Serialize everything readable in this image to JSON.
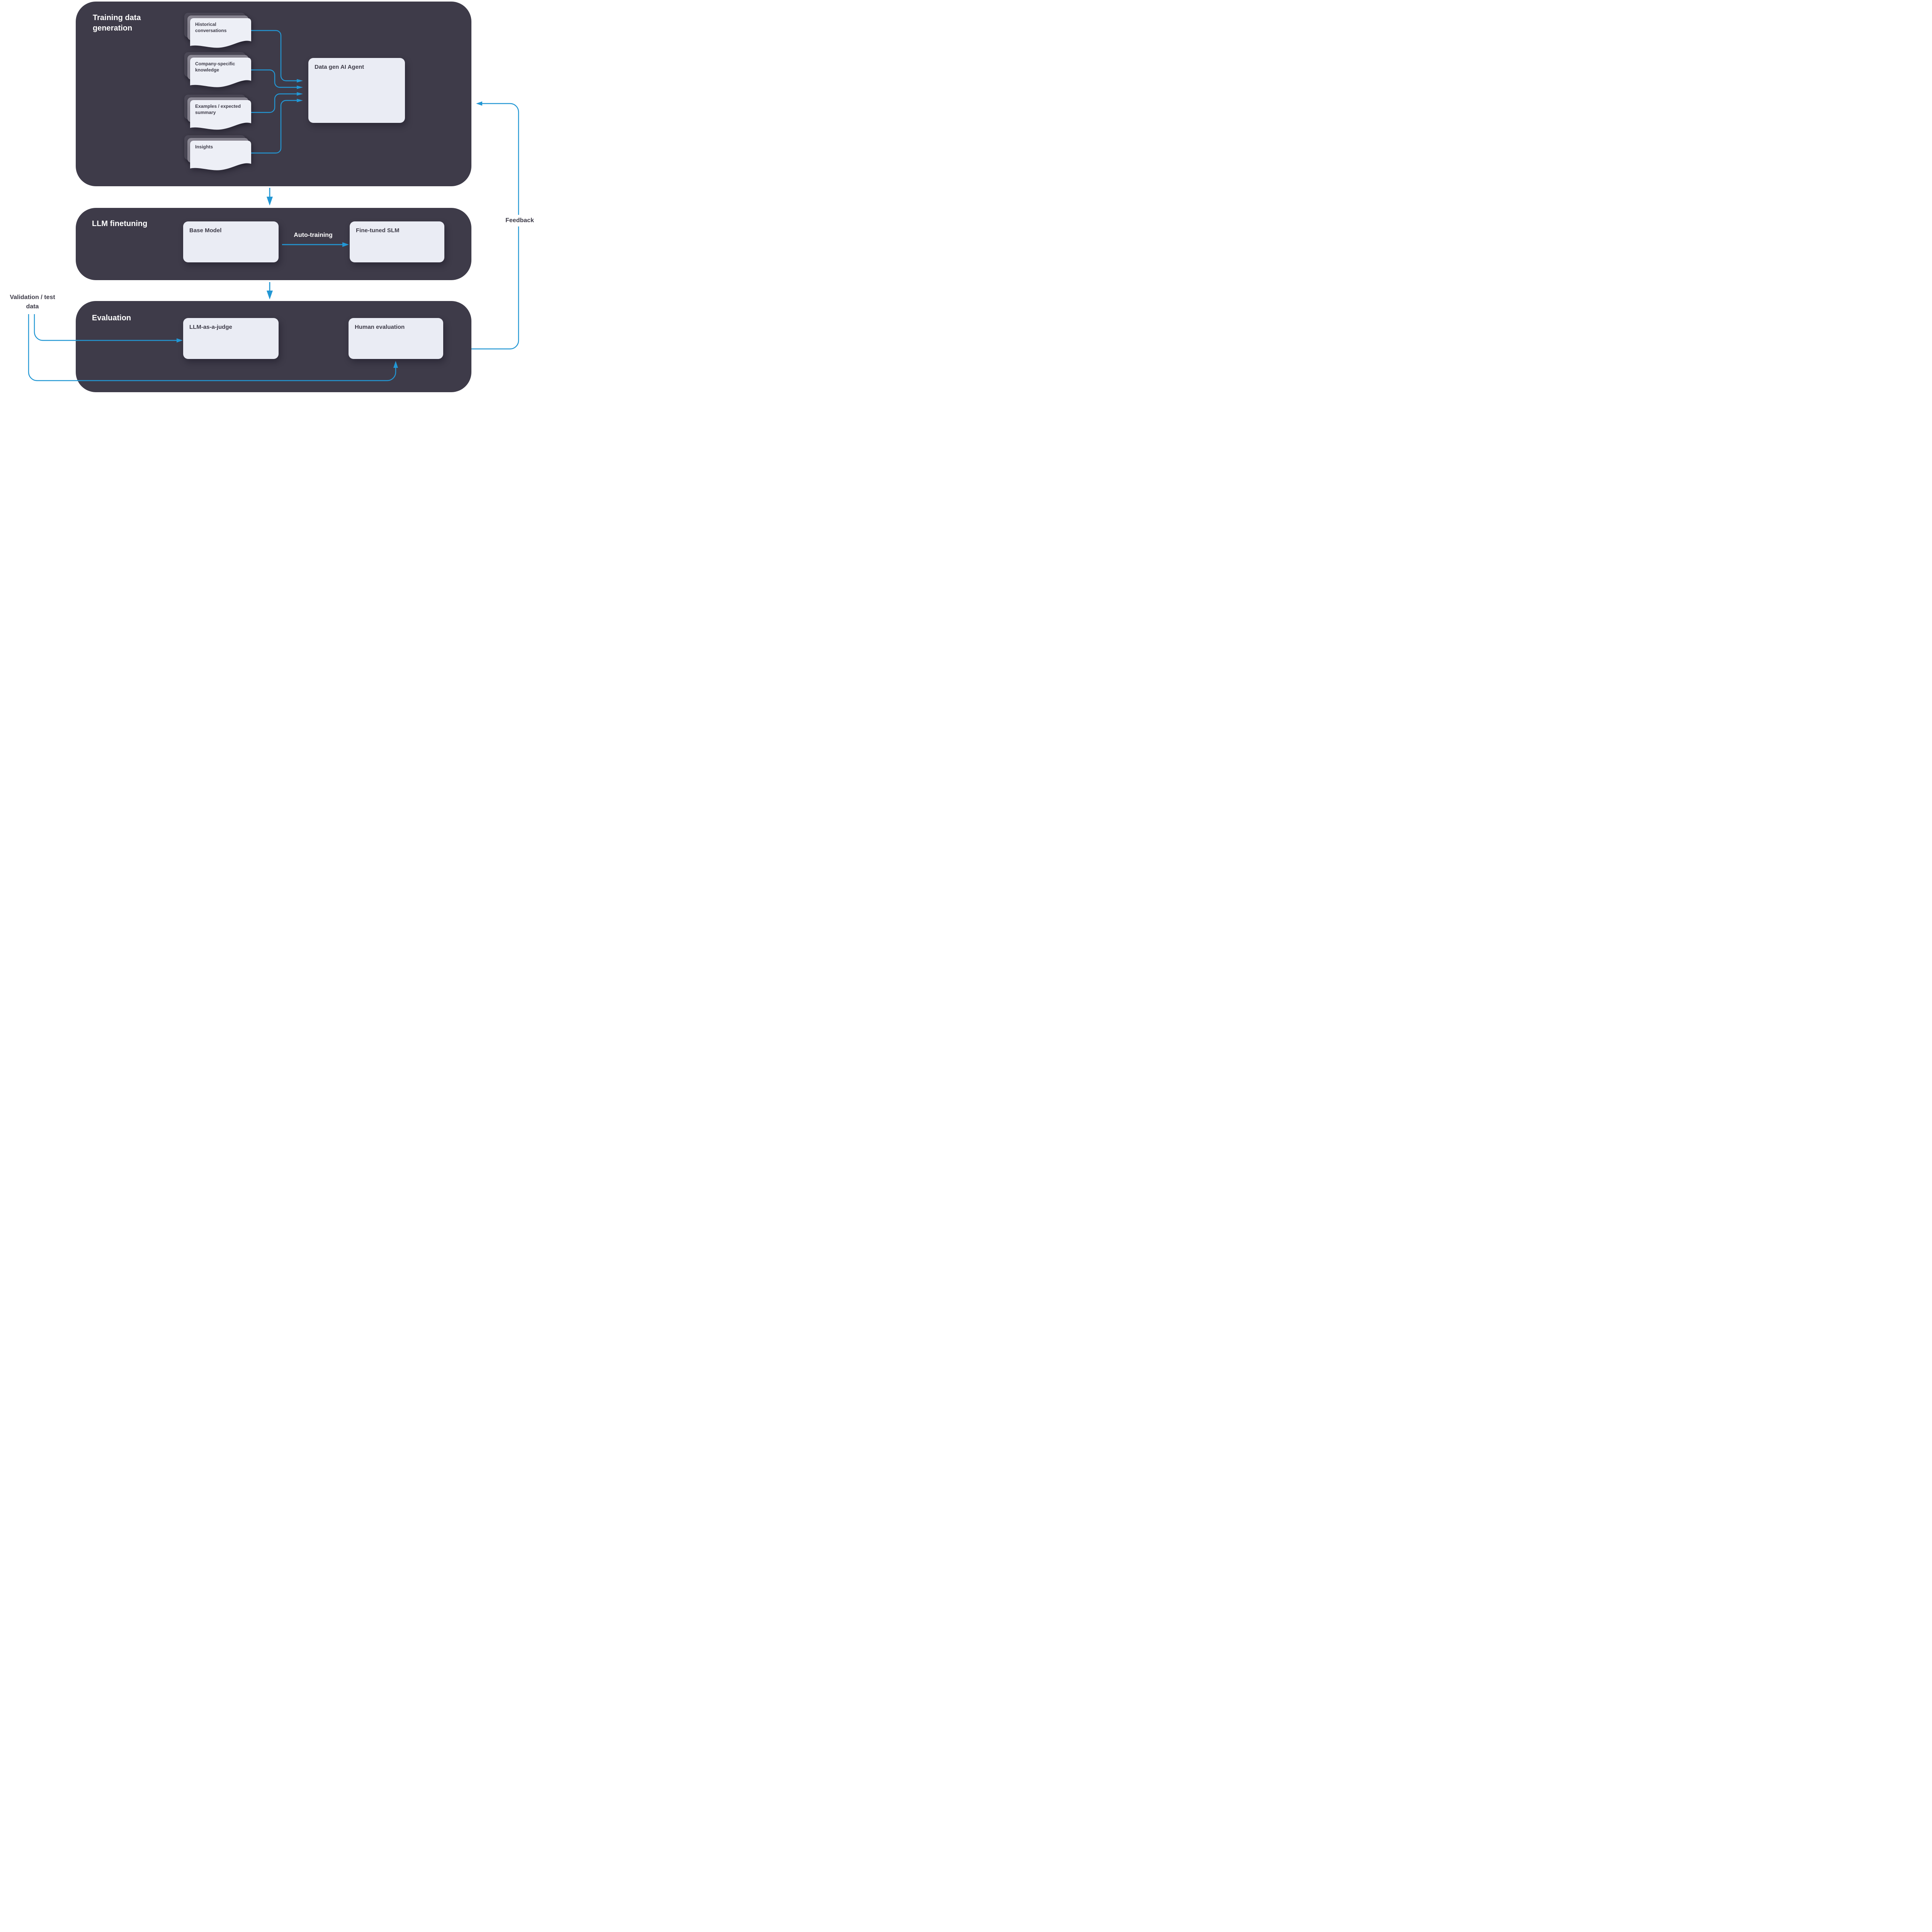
{
  "colors": {
    "background": "#ffffff",
    "panel": "#3e3b49",
    "box": "#eaecf4",
    "doc_front": "#edeff6",
    "doc_mid": "#8b8894",
    "doc_back": "#4b4856",
    "accent": "#2297d4",
    "text_dark": "#3e3c49",
    "text_light": "#ffffff"
  },
  "panels": {
    "training": {
      "title": "Training data generation",
      "documents": [
        {
          "label": "Historical conversations"
        },
        {
          "label": "Company-specific knowledge"
        },
        {
          "label": "Examples / expected summary"
        },
        {
          "label": "Insights"
        }
      ],
      "agent_box": {
        "label": "Data gen AI Agent"
      }
    },
    "finetuning": {
      "title": "LLM finetuning",
      "base_box": {
        "label": "Base Model"
      },
      "arrow_label": "Auto-training",
      "slm_box": {
        "label": "Fine-tuned SLM"
      }
    },
    "evaluation": {
      "title": "Evaluation",
      "judge_box": {
        "label": "LLM-as-a-judge"
      },
      "human_box": {
        "label": "Human evaluation"
      }
    }
  },
  "external_labels": {
    "validation": "Validation / test data",
    "feedback": "Feedback"
  }
}
